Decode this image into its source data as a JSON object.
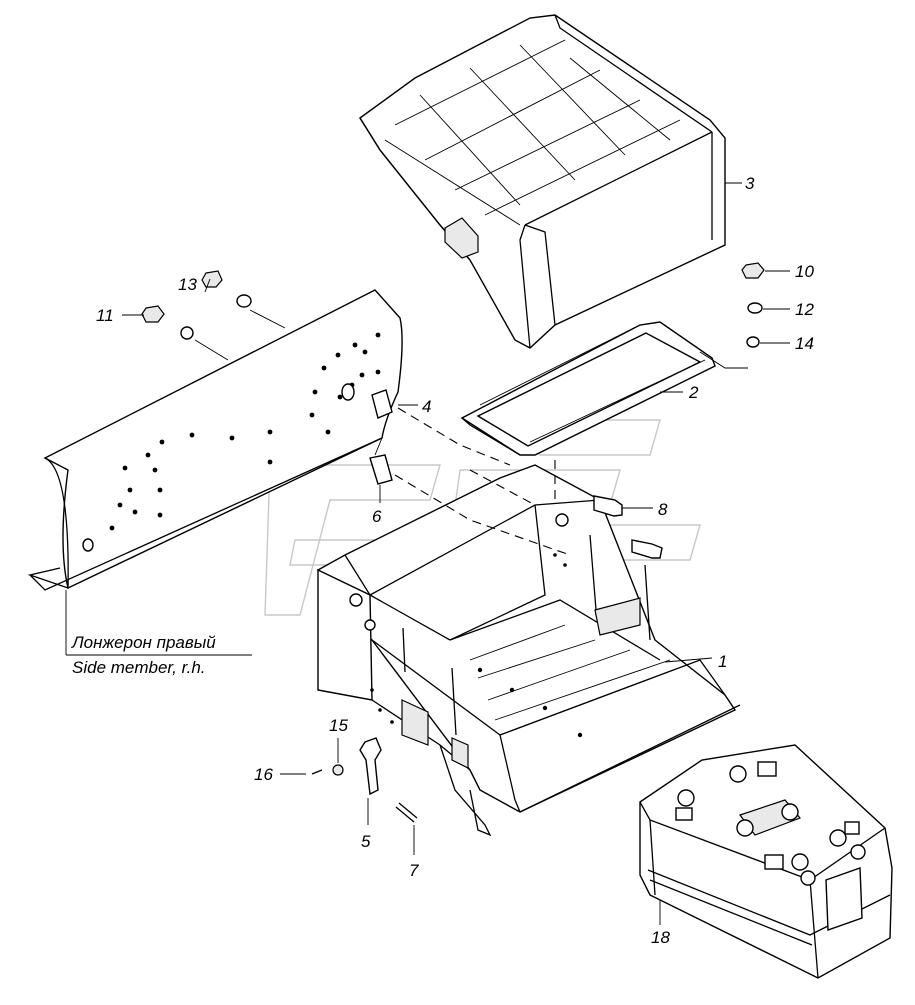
{
  "callouts": [
    {
      "id": "c1",
      "label": "1"
    },
    {
      "id": "c2",
      "label": "2"
    },
    {
      "id": "c3",
      "label": "3"
    },
    {
      "id": "c4",
      "label": "4"
    },
    {
      "id": "c5",
      "label": "5"
    },
    {
      "id": "c6",
      "label": "6"
    },
    {
      "id": "c7",
      "label": "7"
    },
    {
      "id": "c8",
      "label": "8"
    },
    {
      "id": "c10",
      "label": "10"
    },
    {
      "id": "c11",
      "label": "11"
    },
    {
      "id": "c12",
      "label": "12"
    },
    {
      "id": "c13",
      "label": "13"
    },
    {
      "id": "c14",
      "label": "14"
    },
    {
      "id": "c15",
      "label": "15"
    },
    {
      "id": "c16",
      "label": "16"
    },
    {
      "id": "c18",
      "label": "18"
    }
  ],
  "side_member": {
    "label_ru": "Лонжерон правый",
    "label_en": "Side member, r.h."
  }
}
